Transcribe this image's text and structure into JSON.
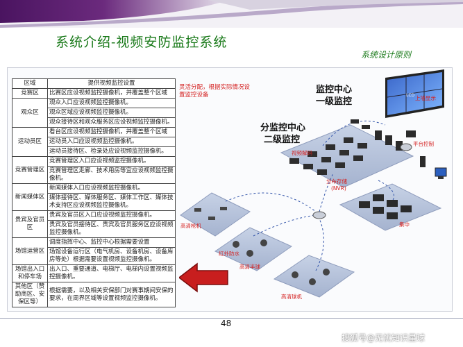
{
  "slide": {
    "title": "系统介绍-视频安防监控系统",
    "subtitle": "系统设计原则",
    "page_number": "48",
    "watermark": "搜狐号@无忧知识星球"
  },
  "table": {
    "headers": [
      "区域",
      "提供视频监控设置"
    ],
    "rows": [
      {
        "zone": "竞赛区",
        "items": [
          "比赛区应设视频监控摄像机，并覆盖整个区域"
        ]
      },
      {
        "zone": "观众区",
        "items": [
          "观众入口应设视频监控摄像机。",
          "观众区域应设视频监控摄像机。",
          "观众接待区和观众服务区应设视频监控摄像机。"
        ]
      },
      {
        "zone": "运动员区",
        "items": [
          "看台区应设视频监控摄像机，并覆盖整个区域",
          "运动员入口应设视频监控摄像机。",
          "运动员接待区、检录处应设视频监控摄像机。"
        ]
      },
      {
        "zone": "竞赛管理区",
        "items": [
          "竞赛管理区入口应设视频监控摄像机。",
          "竞赛管理区走廊、技术用房等宜应设视频监控摄像机。"
        ]
      },
      {
        "zone": "新闻媒体区",
        "items": [
          "新闻媒体入口应设视频监控摄像机。",
          "媒体接待区、媒体服务区、媒体工作区、媒体技术支持区应设视频监控摄像机。"
        ]
      },
      {
        "zone": "贵宾及官员区",
        "items": [
          "贵宾及官员区入口应设视频监控摄像机。",
          "贵宾及官员接待区、贵宾及官员服务区应设视频监控摄像机。"
        ]
      },
      {
        "zone": "场馆运营区",
        "items": [
          "调度指挥中心、监控中心根据需要设置",
          "场馆设备运行区（电气机房、设备机房、设备库房等处）根据需要设置视频监控摄像机。"
        ]
      },
      {
        "zone": "场馆出入口和停车场",
        "items": [
          "出入口、重要通道、电梯厅、电梯内设置视频监控摄像机。"
        ]
      },
      {
        "zone": "其他区（赞助商区、安保区等）",
        "items": [
          "根据需要，以及相关安保部门对赛事期间安保的要求，在周界区域等设置视频监控摄像机。"
        ]
      }
    ]
  },
  "note": "灵活分配，根据实际情况设置监控设备",
  "diagram": {
    "level1": [
      "监控中心",
      "一级监控"
    ],
    "level2": [
      "分监控中心",
      "二级监控"
    ],
    "labels": {
      "wall_display": "上墙显示",
      "platform": "平台控制",
      "decoder": "视频解码",
      "storage": "分布存储",
      "storage_sub": "(NVR)",
      "hd_gun": "高清枪机",
      "ir": "红外防水",
      "hd_half": "高清半球",
      "hd_dome": "高清球机",
      "cluster": "集中",
      "lcd": "LCD"
    }
  },
  "colors": {
    "title": "#1a7a1a",
    "note": "#d42020",
    "arrow": "#c81e1e",
    "banner_dark": "#5b1d6e",
    "banner_light": "#b9a9c9"
  }
}
